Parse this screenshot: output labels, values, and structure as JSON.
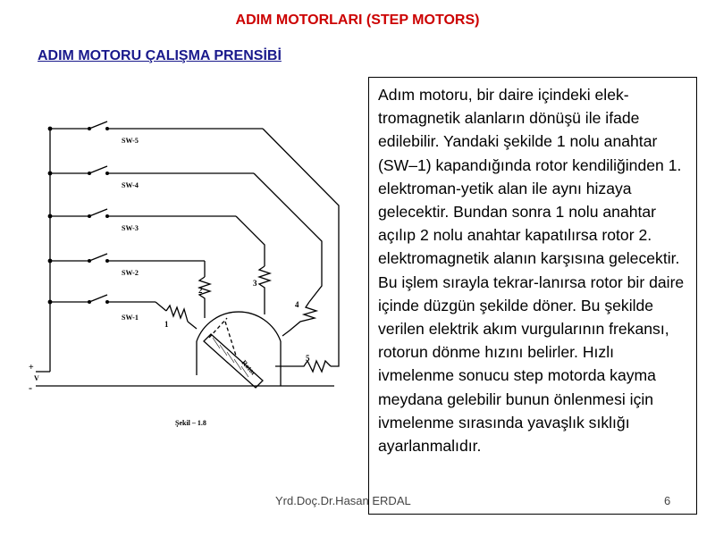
{
  "title": "ADIM MOTORLARI (STEP MOTORS)",
  "subtitle": "ADIM MOTORU ÇALIŞMA PRENSİBİ",
  "paragraph": "Adım motoru, bir daire içindeki elek-tromagnetik alanların dönüşü ile ifade edilebilir. Yandaki şekilde 1 nolu anahtar (SW–1) kapandığında rotor kendiliğinden 1. elektroman-yetik alan ile aynı hizaya gelecektir. Bundan sonra 1 nolu anahtar açılıp 2 nolu anahtar kapatılırsa rotor 2. elektromagnetik alanın karşısına gelecektir. Bu işlem sırayla tekrar-lanırsa rotor bir daire içinde düzgün şekilde döner. Bu şekilde verilen elektrik akım vurgularının frekansı, rotorun dönme hızını belirler. Hızlı ivmelenme sonucu step motorda kayma meydana gelebilir bunun önlenmesi için ivmelenme sırasında yavaşlık sıklığı ayarlanmalıdır.",
  "diagram": {
    "switches": [
      "SW-5",
      "SW-4",
      "SW-3",
      "SW-2",
      "SW-1"
    ],
    "coils": [
      "1",
      "2",
      "3",
      "4",
      "5"
    ],
    "rotor_label": "Rotor",
    "plus": "+",
    "minus": "-",
    "v_label": "V",
    "caption": "Şekil – 1.8"
  },
  "footer": {
    "author": "Yrd.Doç.Dr.Hasan ERDAL",
    "page": "6"
  }
}
